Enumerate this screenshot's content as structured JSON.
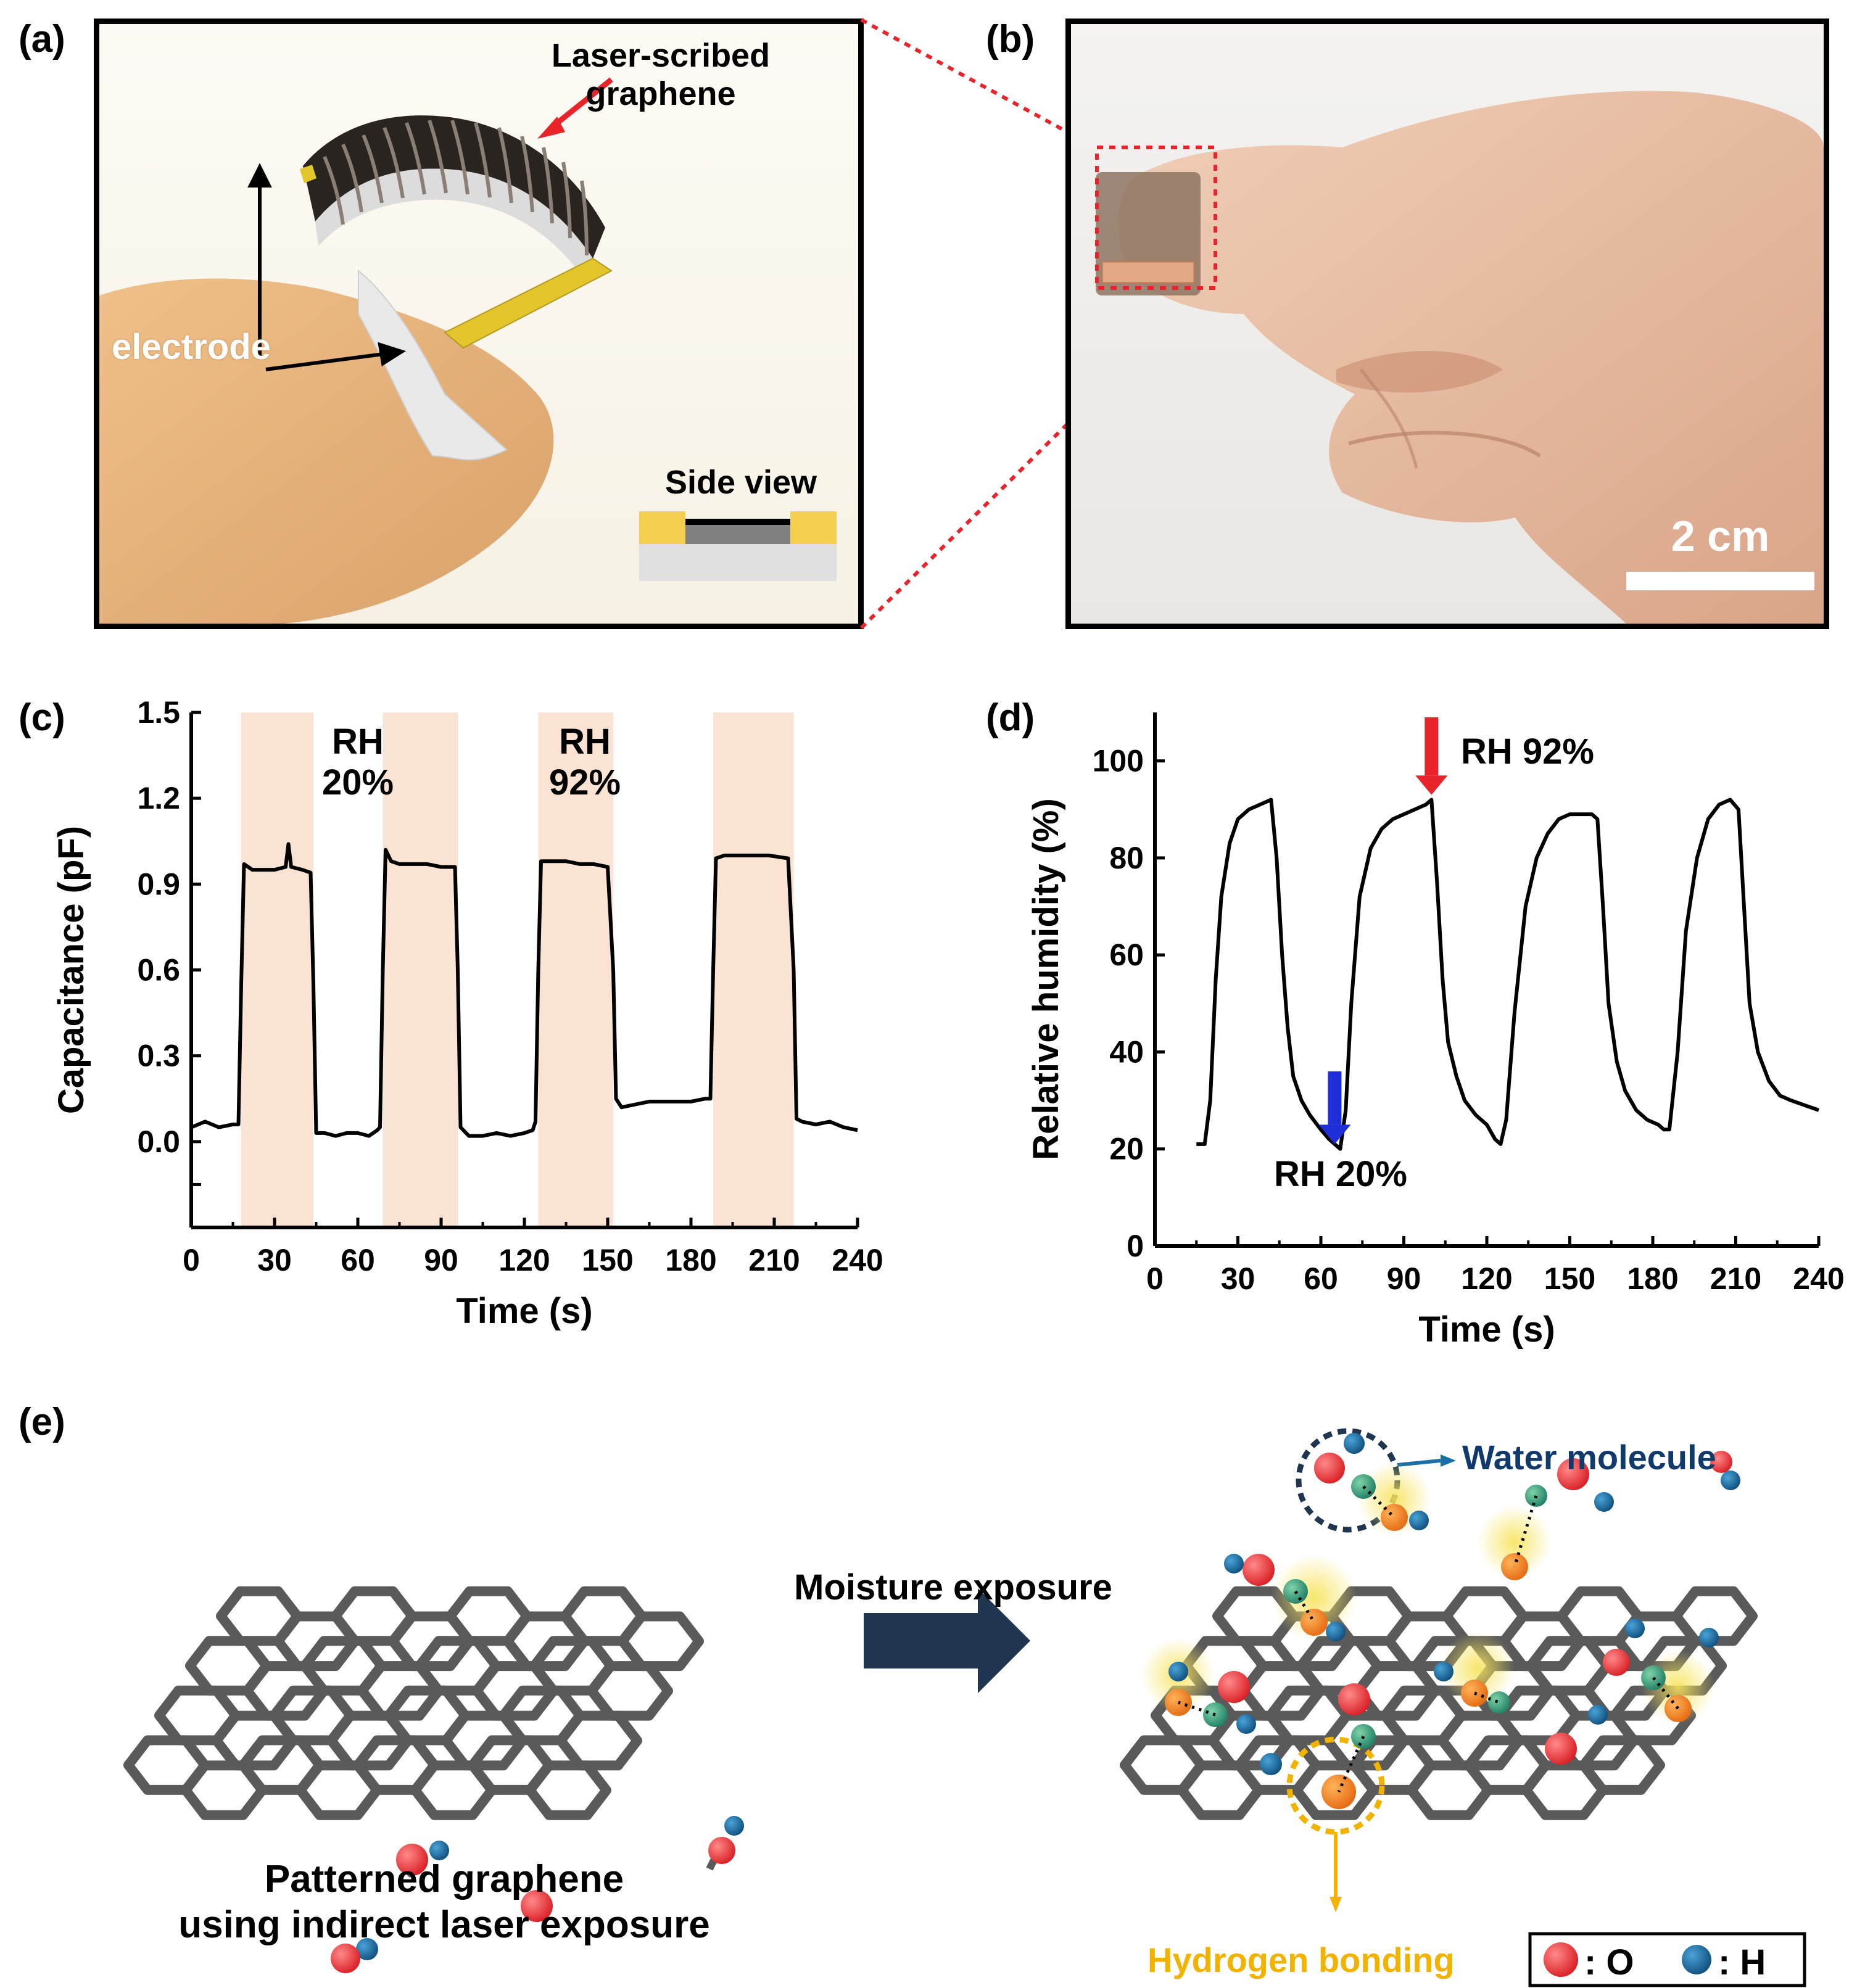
{
  "panels": {
    "a": {
      "label": "(a)",
      "lsg_label_line1": "Laser-scribed",
      "lsg_label_line2": "graphene",
      "electrode_label": "electrode",
      "side_view_label": "Side view"
    },
    "b": {
      "label": "(b)",
      "scale_label": "2 cm"
    },
    "c": {
      "label": "(c)",
      "annotation_low_line1": "RH",
      "annotation_low_line2": "20%",
      "annotation_high_line1": "RH",
      "annotation_high_line2": "92%"
    },
    "d": {
      "label": "(d)",
      "annotation_high": "RH 92%",
      "annotation_low": "RH 20%"
    },
    "e": {
      "label": "(e)",
      "arrow_label": "Moisture exposure",
      "left_caption_line1": "Patterned graphene",
      "left_caption_line2": "using indirect laser exposure",
      "water_molecule_label": "Water molecule",
      "hydrogen_bonding_label": "Hydrogen bonding",
      "legend_o": ": O",
      "legend_h": ": H"
    }
  },
  "colors": {
    "oxygen": "#e8232a",
    "hydrogen": "#1b6fa6",
    "bond": "#5a5a5a",
    "dark_arrow": "#1f3550",
    "highlight_orange": "#f7b24a",
    "highlight_band": "#fbe3d4",
    "electrode_yellow": "#e3c52c",
    "skin": "#e7b47c",
    "red_arrow": "#e8232a",
    "blue_arrow": "#1f2ed6",
    "water_text": "#0f3a6b",
    "hbond_text": "#f2b200"
  },
  "chart_data": [
    {
      "type": "line",
      "panel": "c",
      "title": "",
      "xlabel": "Time (s)",
      "ylabel": "Capacitance (pF)",
      "xlim": [
        0,
        240
      ],
      "ylim": [
        -0.3,
        1.5
      ],
      "xticks": [
        "0",
        "30",
        "60",
        "90",
        "120",
        "150",
        "180",
        "210",
        "240"
      ],
      "yticks": [
        "0.0",
        "0.3",
        "0.6",
        "0.9",
        "1.2",
        "1.5"
      ],
      "shaded_intervals": [
        [
          18,
          44
        ],
        [
          69,
          96
        ],
        [
          125,
          152
        ],
        [
          188,
          217
        ]
      ],
      "x": [
        0,
        5,
        10,
        15,
        17,
        18,
        19,
        22,
        26,
        30,
        34,
        35,
        36,
        40,
        43,
        44,
        45,
        48,
        52,
        56,
        60,
        64,
        67,
        68,
        69,
        70,
        72,
        75,
        80,
        85,
        90,
        95,
        96,
        97,
        100,
        105,
        110,
        115,
        120,
        123,
        124,
        125,
        126,
        130,
        135,
        140,
        145,
        150,
        152,
        153,
        155,
        160,
        165,
        170,
        175,
        180,
        185,
        187,
        188,
        189,
        192,
        200,
        208,
        215,
        217,
        218,
        220,
        225,
        230,
        235,
        240
      ],
      "y": [
        0.05,
        0.07,
        0.05,
        0.06,
        0.06,
        0.55,
        0.97,
        0.95,
        0.95,
        0.95,
        0.96,
        1.04,
        0.96,
        0.95,
        0.94,
        0.55,
        0.03,
        0.03,
        0.02,
        0.03,
        0.03,
        0.02,
        0.04,
        0.05,
        0.6,
        1.02,
        0.98,
        0.97,
        0.97,
        0.97,
        0.96,
        0.96,
        0.6,
        0.05,
        0.02,
        0.02,
        0.03,
        0.02,
        0.03,
        0.04,
        0.07,
        0.6,
        0.98,
        0.98,
        0.98,
        0.97,
        0.97,
        0.96,
        0.6,
        0.15,
        0.12,
        0.13,
        0.14,
        0.14,
        0.14,
        0.14,
        0.15,
        0.15,
        0.6,
        0.99,
        1.0,
        1.0,
        1.0,
        0.99,
        0.6,
        0.08,
        0.07,
        0.06,
        0.07,
        0.05,
        0.04
      ]
    },
    {
      "type": "line",
      "panel": "d",
      "title": "",
      "xlabel": "Time (s)",
      "ylabel": "Relative humidity (%)",
      "xlim": [
        0,
        240
      ],
      "ylim": [
        0,
        110
      ],
      "xticks": [
        "0",
        "30",
        "60",
        "90",
        "120",
        "150",
        "180",
        "210",
        "240"
      ],
      "yticks": [
        "0",
        "20",
        "40",
        "60",
        "80",
        "100"
      ],
      "x": [
        15,
        18,
        20,
        22,
        24,
        27,
        30,
        34,
        38,
        42,
        44,
        46,
        48,
        50,
        53,
        56,
        60,
        63,
        65,
        67,
        69,
        71,
        74,
        78,
        82,
        86,
        90,
        94,
        98,
        100,
        102,
        104,
        106,
        109,
        112,
        116,
        120,
        123,
        125,
        127,
        130,
        134,
        138,
        142,
        146,
        150,
        154,
        158,
        160,
        162,
        164,
        167,
        170,
        174,
        178,
        182,
        184,
        186,
        189,
        192,
        196,
        200,
        204,
        208,
        211,
        213,
        215,
        218,
        222,
        226,
        230,
        235,
        240
      ],
      "y": [
        21,
        21,
        30,
        55,
        72,
        83,
        88,
        90,
        91,
        92,
        80,
        60,
        45,
        35,
        30,
        27,
        24,
        22,
        21,
        20,
        28,
        50,
        72,
        82,
        86,
        88,
        89,
        90,
        91,
        92,
        75,
        55,
        42,
        35,
        30,
        27,
        25,
        22,
        21,
        26,
        48,
        70,
        80,
        85,
        88,
        89,
        89,
        89,
        88,
        70,
        50,
        38,
        32,
        28,
        26,
        25,
        24,
        24,
        40,
        65,
        80,
        88,
        91,
        92,
        90,
        70,
        50,
        40,
        34,
        31,
        30,
        29,
        28
      ]
    }
  ]
}
